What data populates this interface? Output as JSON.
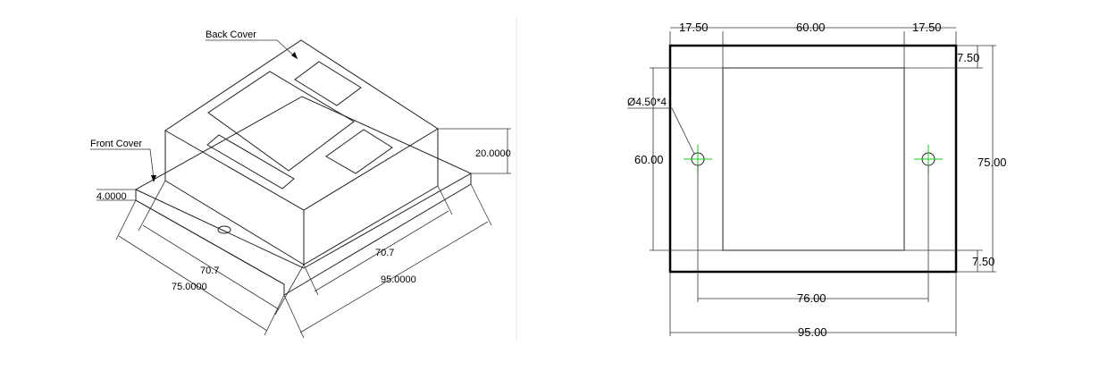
{
  "iso_view": {
    "back_cover_label": "Back Cover",
    "front_cover_label": "Front Cover",
    "dim_height": "20.0000",
    "dim_thickness": "4.0000",
    "dim_inner_left": "70.7",
    "dim_outer_left": "75.0000",
    "dim_inner_right": "70.7",
    "dim_outer_right": "95.0000"
  },
  "plan_view": {
    "dim_top_left": "17.50",
    "dim_top_center": "60.00",
    "dim_top_right": "17.50",
    "dim_right_top": "7.50",
    "dim_right_total": "75.00",
    "dim_right_bottom": "7.50",
    "dim_left_height": "60.00",
    "hole_callout": "Ø4.50*4",
    "dim_hole_spacing": "76.00",
    "dim_total_width": "95.00"
  },
  "colors": {
    "line": "#222222",
    "centerline": "#1ec81e",
    "background": "#ffffff"
  }
}
